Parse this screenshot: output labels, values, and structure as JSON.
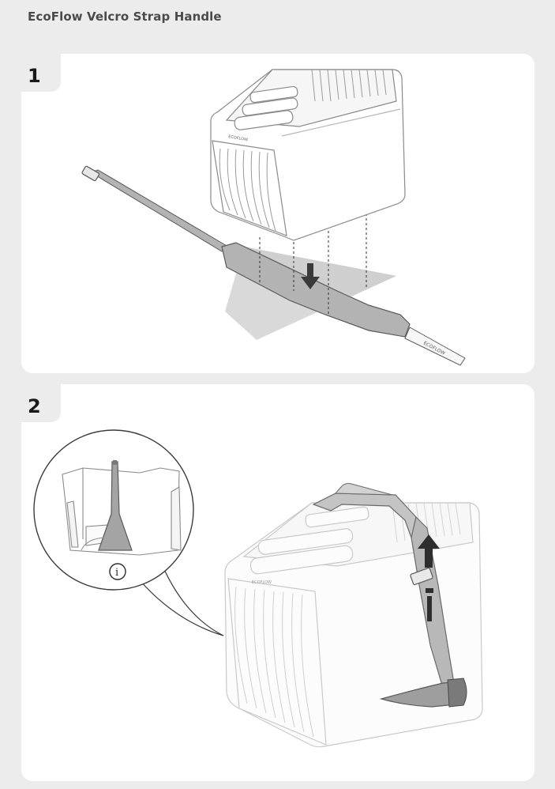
{
  "header": {
    "title": "EcoFlow Velcro Strap Handle"
  },
  "steps": [
    {
      "number": "1",
      "strap_brand": "ECOFLOW",
      "unit_brand": "ECOFLOW"
    },
    {
      "number": "2",
      "unit_brand": "ECOFLOW",
      "info_symbol": "i"
    }
  ],
  "icons": [
    "arrow-down-icon",
    "arrow-up-icon",
    "info-icon"
  ]
}
